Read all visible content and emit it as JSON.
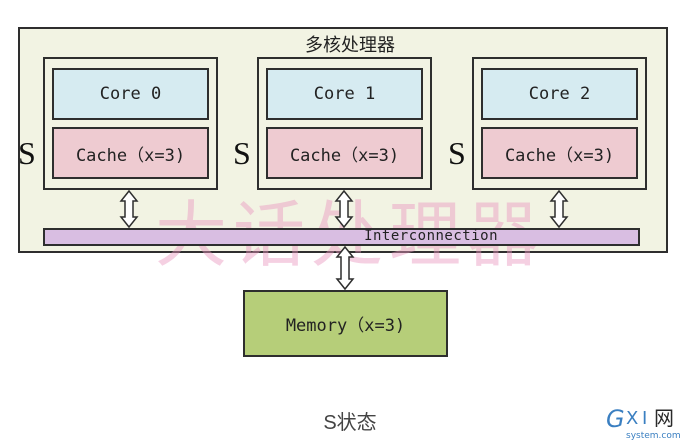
{
  "diagram": {
    "title": "多核处理器",
    "cores": [
      {
        "core_label": "Core 0",
        "cache_label": "Cache（x=3)",
        "state": "S"
      },
      {
        "core_label": "Core 1",
        "cache_label": "Cache（x=3)",
        "state": "S"
      },
      {
        "core_label": "Core 2",
        "cache_label": "Cache（x=3)",
        "state": "S"
      }
    ],
    "interconnect_label": "Interconnection",
    "memory_label": "Memory（x=3)",
    "watermark_text": "大话处理器"
  },
  "caption": "S状态",
  "logo": {
    "text": "GXI网",
    "subtext": "system.com"
  },
  "colors": {
    "outer_bg": "#f2f3e3",
    "core_fill": "#d6ebf1",
    "cache_fill": "#eecbd1",
    "bus_fill": "#d9bee2",
    "memory_fill": "#b6ce79",
    "watermark": "#e896be"
  }
}
